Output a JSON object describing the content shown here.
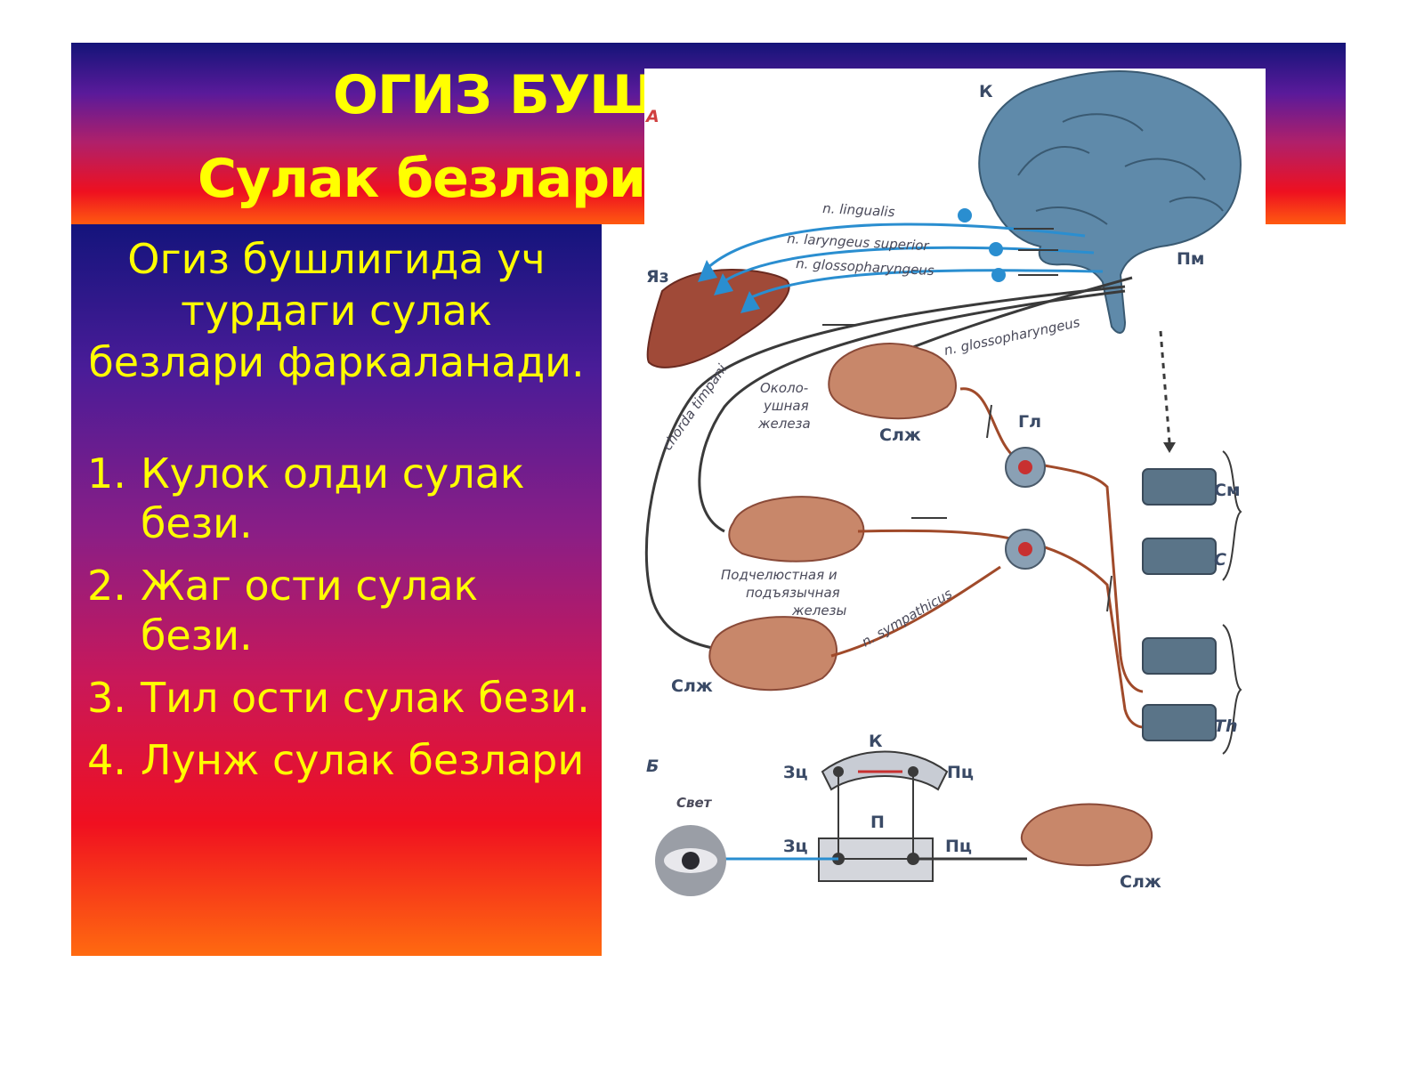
{
  "header": {
    "title": "ОГИЗ БУШ",
    "subtitle": "Сулак безлари"
  },
  "text_panel": {
    "intro": "Огиз бушлигида уч турдаги сулак безлари фаркаланади.",
    "items": [
      {
        "number": "1.",
        "text": "Кулок олди сулак бези."
      },
      {
        "number": "2.",
        "text": "Жаг ости сулак бези."
      },
      {
        "number": "3.",
        "text": "Тил ости сулак бези."
      },
      {
        "number": "4.",
        "text": "Лунж сулак безлари"
      }
    ]
  },
  "diagram": {
    "panel_a": "А",
    "panel_b": "Б",
    "brain": "К",
    "medulla": "Пм",
    "tongue": "Яз",
    "n_lingualis": "n. lingualis",
    "n_laryngeus": "n. laryngeus superior",
    "n_glosso_1": "n. glossopharyngeus",
    "n_glosso_2": "n. glossopharyngeus",
    "chorda": "chorda timpani",
    "parotid_1": "Около-",
    "parotid_2": "ушная",
    "parotid_3": "железа",
    "slj_1": "Слж",
    "slj_2": "Слж",
    "slj_3": "Слж",
    "ganglion": "Гл",
    "cm": "См",
    "c": "С",
    "th": "Th",
    "submand_1": "Подчелюстная и",
    "submand_2": "подъязычная",
    "submand_3": "железы",
    "sympathicus": "n. sympathicus",
    "svet": "Свет",
    "k_b": "К",
    "zc_top": "Зц",
    "pc_top": "Пц",
    "p": "П",
    "zc_bottom": "Зц",
    "pc_bottom": "Пц"
  },
  "colors": {
    "title_text": "#ffff00",
    "panel_top": "#14147c",
    "panel_bottom": "#ff6a10",
    "nerve_blue": "#2a8ed0",
    "brain": "#5f8aaa",
    "gland": "#c8876a"
  }
}
